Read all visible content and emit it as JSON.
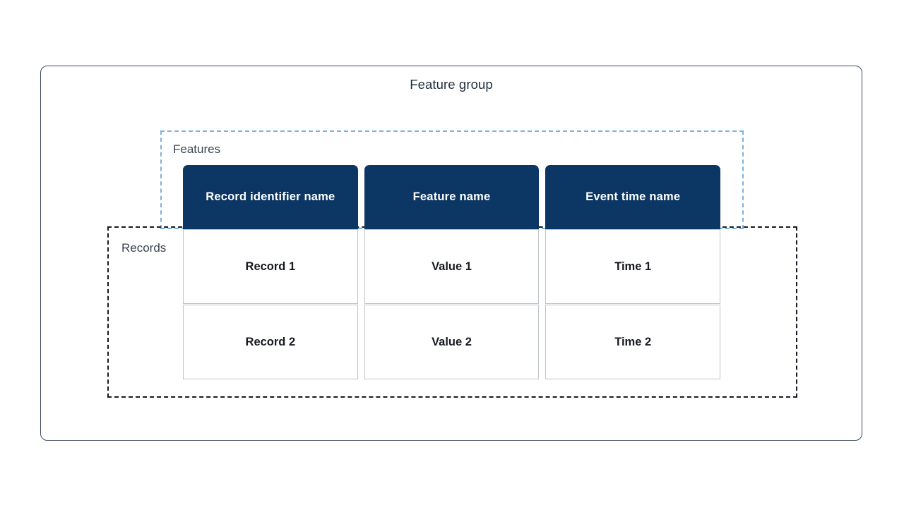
{
  "diagram": {
    "title": "Feature group",
    "groups": [
      {
        "id": "features",
        "label": "Features",
        "border_color": "#7eb2e0",
        "border_style": "dashed"
      },
      {
        "id": "records",
        "label": "Records",
        "border_color": "#16191f",
        "border_style": "dashed"
      }
    ],
    "colors": {
      "header_fill": "#0c3663",
      "header_text": "#ffffff",
      "outer_border": "#3b4a5f",
      "cell_border": "#bfc4c9",
      "label_text": "#3b4452"
    },
    "table": {
      "columns": [
        {
          "header": "Record identifier name",
          "cells": [
            "Record 1",
            "Record 2"
          ]
        },
        {
          "header": "Feature name",
          "cells": [
            "Value 1",
            "Value 2"
          ]
        },
        {
          "header": "Event time name",
          "cells": [
            "Time 1",
            "Time 2"
          ]
        }
      ]
    }
  }
}
